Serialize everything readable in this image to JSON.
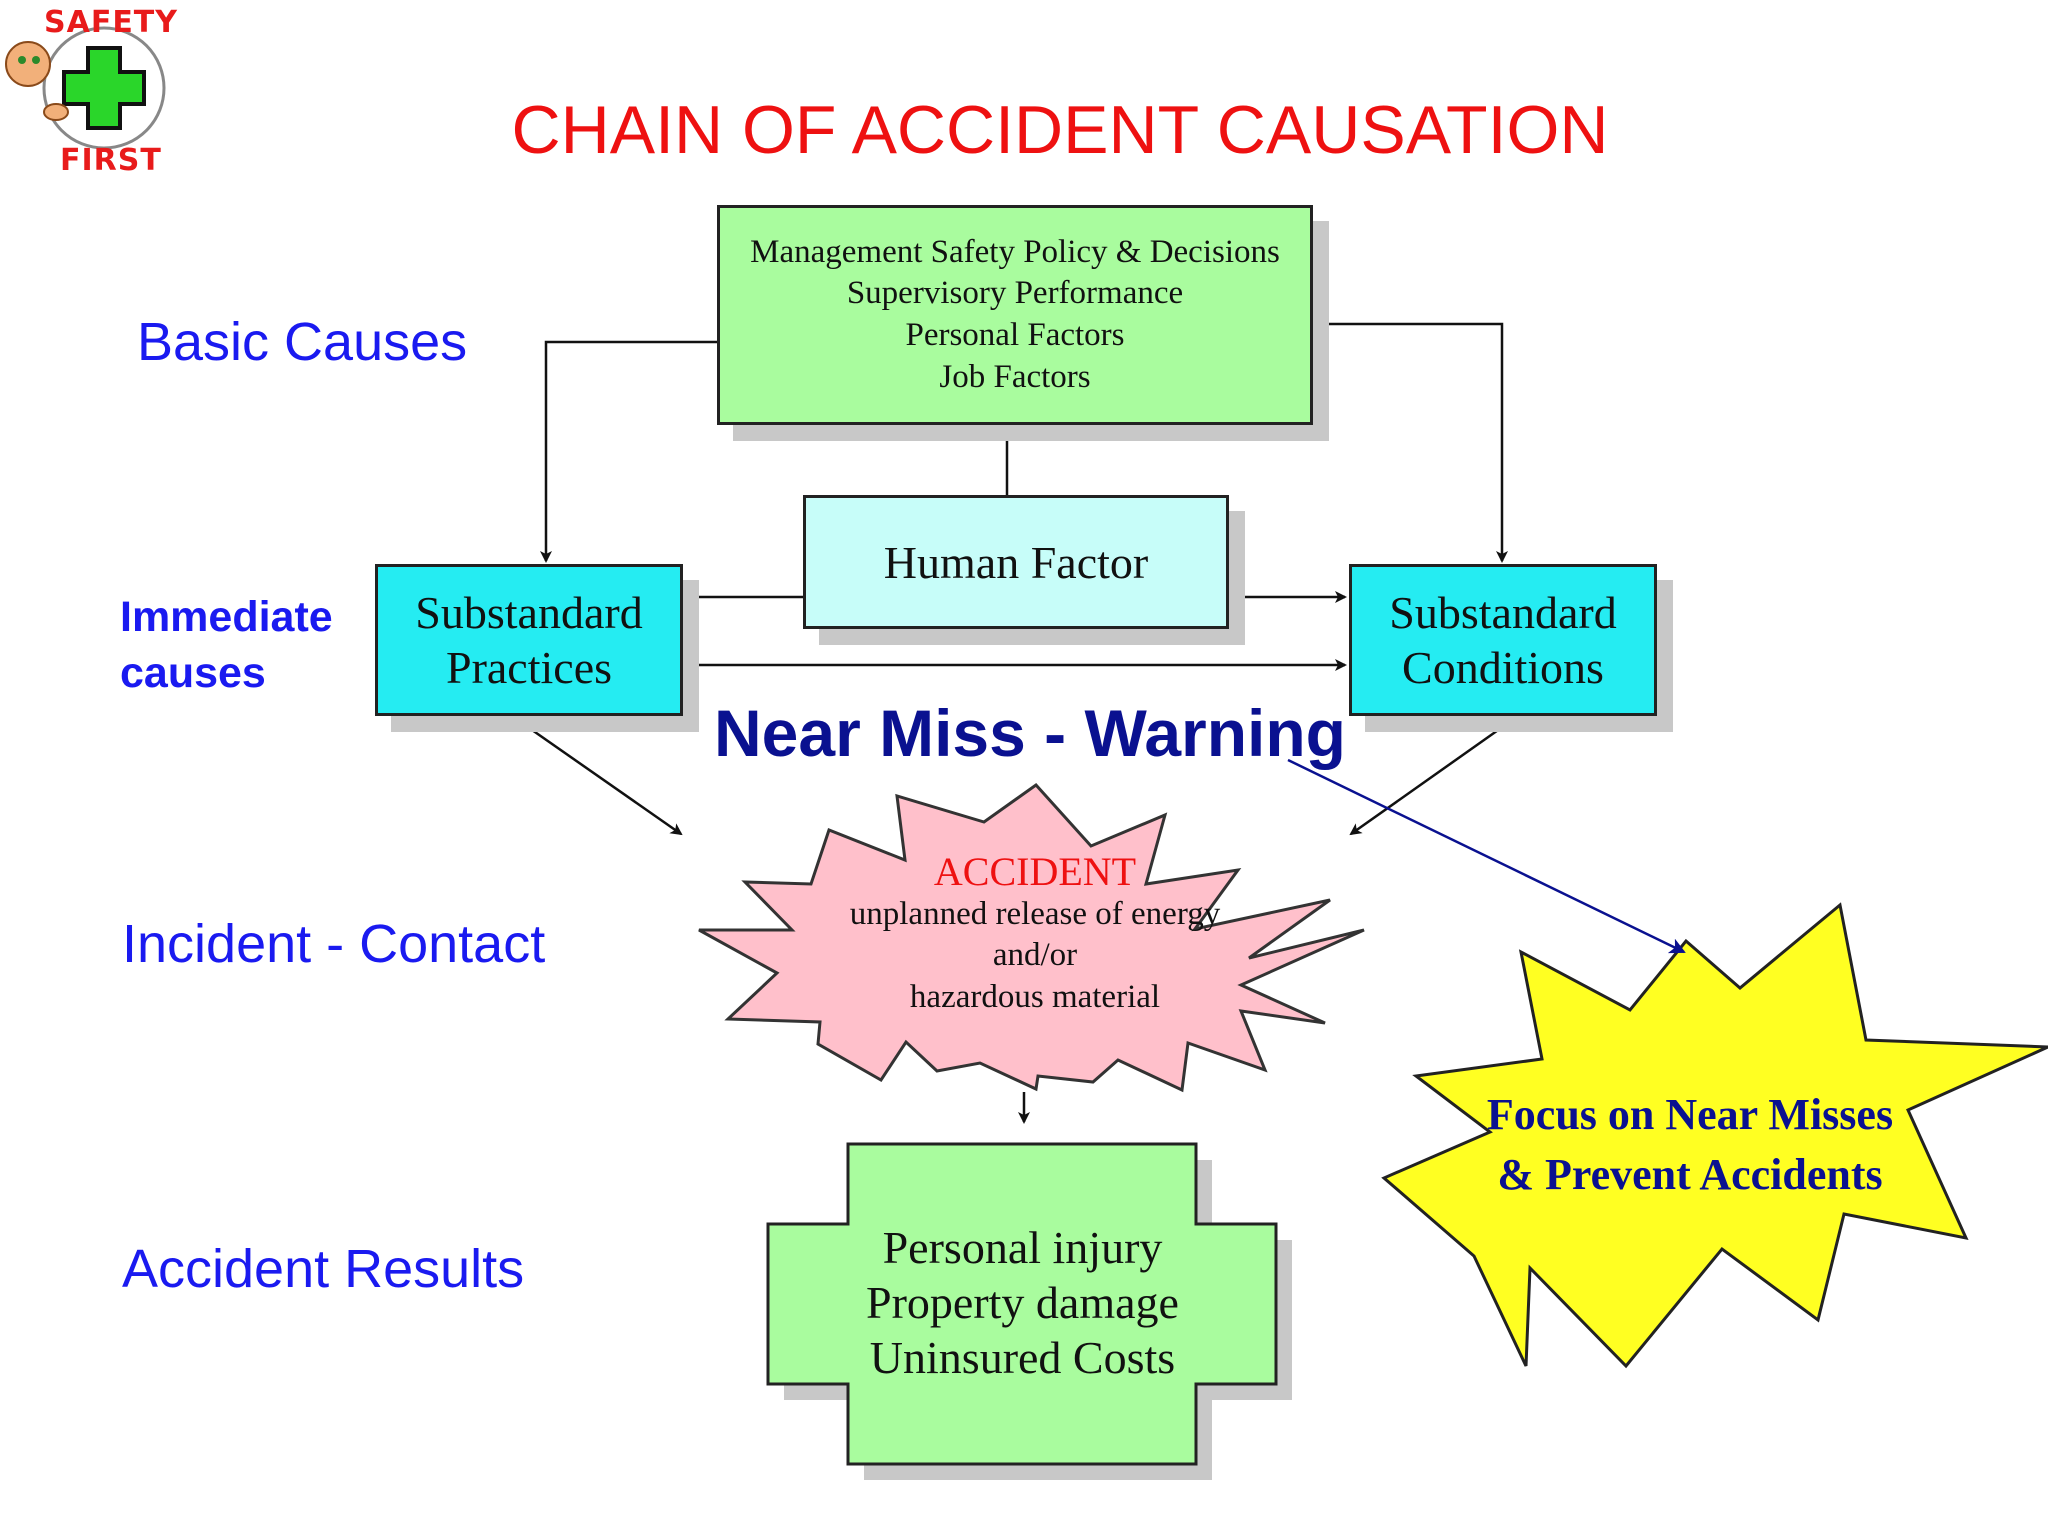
{
  "logo": {
    "top_text": "SAFETY",
    "bottom_text": "FIRST",
    "icon": "safety-first-cross-icon"
  },
  "title": "CHAIN OF ACCIDENT CAUSATION",
  "row_labels": {
    "basic": "Basic Causes",
    "immediate_line1": "Immediate",
    "immediate_line2": "causes",
    "incident": "Incident - Contact",
    "results": "Accident Results"
  },
  "nodes": {
    "management": {
      "lines": [
        "Management Safety Policy & Decisions",
        "Supervisory Performance",
        "Personal Factors",
        "Job Factors"
      ]
    },
    "human_factor": "Human Factor",
    "substandard_practices": [
      "Substandard",
      "Practices"
    ],
    "substandard_conditions": [
      "Substandard",
      "Conditions"
    ],
    "near_miss": "Near Miss - Warning",
    "accident": {
      "heading": "ACCIDENT",
      "lines": [
        "unplanned release of energy",
        "and/or",
        "hazardous material"
      ]
    },
    "results": [
      "Personal injury",
      "Property damage",
      "Uninsured Costs"
    ],
    "focus": [
      "Focus on Near Misses",
      "& Prevent Accidents"
    ]
  },
  "colors": {
    "title": "#ee1111",
    "row_label": "#1a1af0",
    "green_box": "#a9fc9e",
    "cyan_box": "#25ecf2",
    "light_cyan_box": "#c7fdf9",
    "accident_star": "#ffc0cb",
    "focus_star": "#ffff22",
    "near_miss": "#0a1190"
  }
}
